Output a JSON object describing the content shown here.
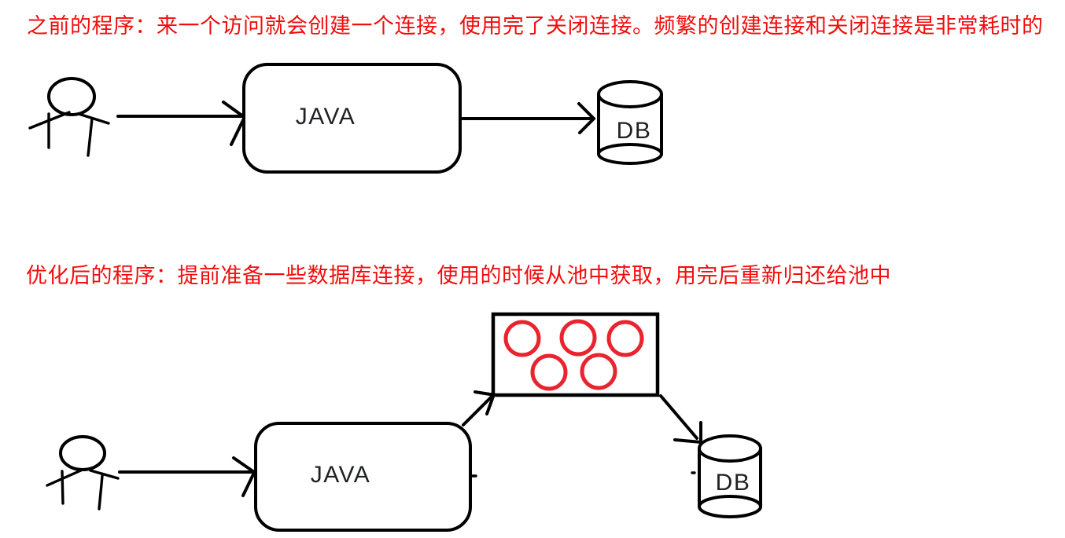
{
  "colors": {
    "annotation_text_red": "#f20d0d",
    "pool_circle_red": "#e9242f",
    "ink_black": "#000000",
    "box_label_dark": "#202124",
    "background": "#ffffff"
  },
  "before_section": {
    "heading": "之前的程序：来一个访问就会创建一个连接，使用完了关闭连接。频繁的创建连接和关闭连接是非常耗时的",
    "java_box_label": "JAVA",
    "db_label": "DB"
  },
  "after_section": {
    "heading": "优化后的程序：提前准备一些数据库连接，使用的时候从池中获取，用完后重新归还给池中",
    "java_box_label": "JAVA",
    "db_label": "DB",
    "connection_pool": {
      "circle_count": 5
    }
  }
}
